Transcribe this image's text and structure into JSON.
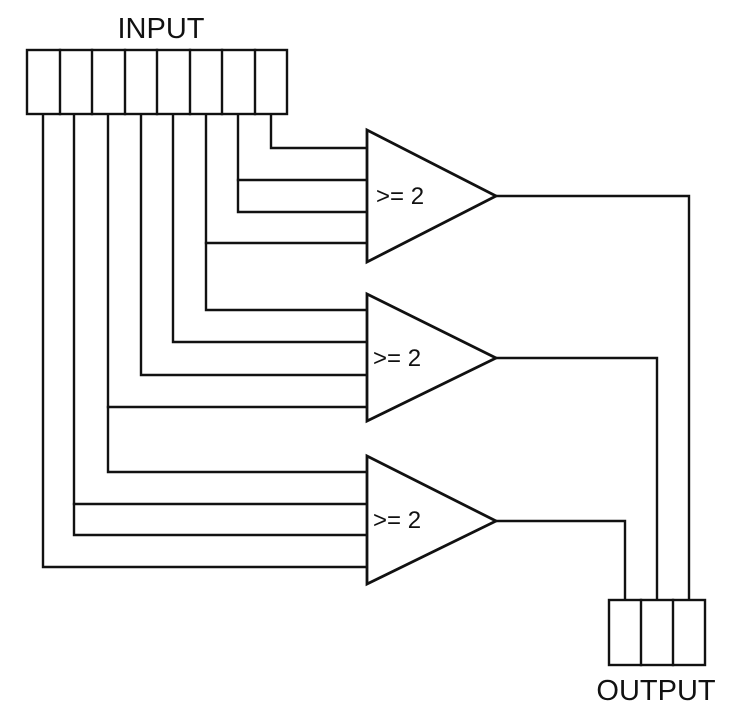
{
  "diagram": {
    "input_label": "INPUT",
    "output_label": "OUTPUT",
    "input_bits": 8,
    "output_bits": 3,
    "gates": [
      {
        "label": ">= 2"
      },
      {
        "label": ">= 2"
      },
      {
        "label": ">= 2"
      }
    ],
    "colors": {
      "line": "#111111",
      "background": "#ffffff"
    }
  }
}
